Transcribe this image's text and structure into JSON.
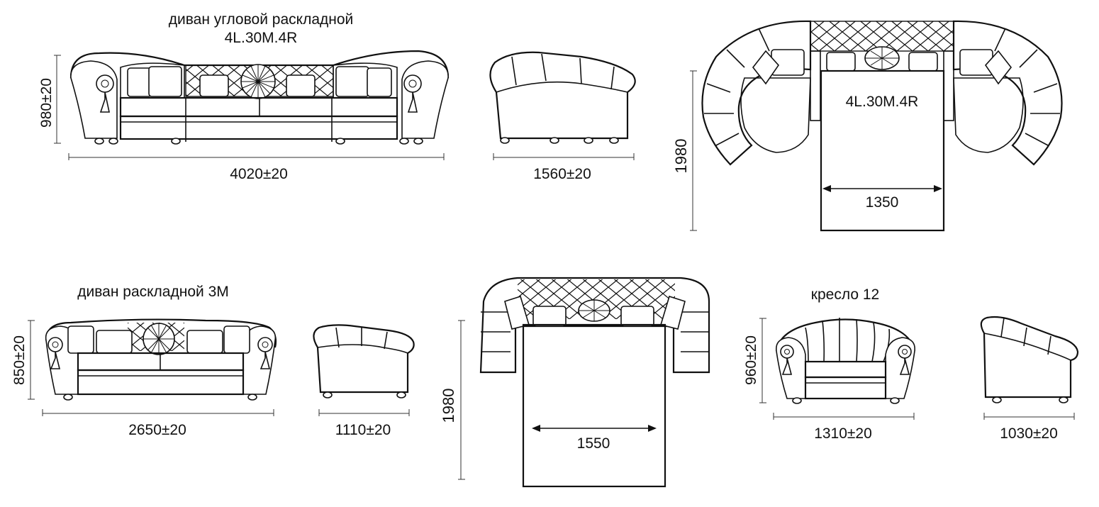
{
  "corner_sofa": {
    "title": "диван угловой раскладной",
    "model": "4L.30M.4R",
    "height": "980±20",
    "width": "4020±20",
    "depth": "1560±20",
    "plan_model": "4L.30M.4R",
    "plan_height": "1980",
    "plan_width": "1350"
  },
  "sofa_3m": {
    "title": "диван раскладной 3М",
    "height": "850±20",
    "width": "2650±20",
    "depth": "1110±20",
    "plan_height": "1980",
    "plan_width": "1550"
  },
  "armchair": {
    "title": "кресло 12",
    "height": "960±20",
    "width": "1310±20",
    "depth": "1030±20"
  },
  "colors": {
    "line": "#111111",
    "background": "#ffffff"
  }
}
